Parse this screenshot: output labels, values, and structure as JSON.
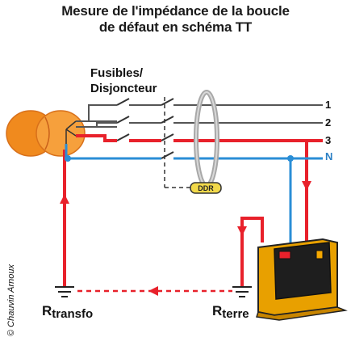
{
  "title": {
    "line1": "Mesure de l'impédance de la boucle",
    "line2": "de défaut en schéma TT"
  },
  "labels": {
    "fusibles_line1": "Fusibles/",
    "fusibles_line2": "Disjoncteur",
    "ddr": "DDR",
    "phase1": "1",
    "phase2": "2",
    "phase3": "3",
    "neutral": "N",
    "r_transfo_main": "R",
    "r_transfo_sub": "transfo",
    "r_terre_main": "R",
    "r_terre_sub": "terre",
    "copyright": "© Chauvin Arnoux"
  },
  "colors": {
    "phase_line": "#555555",
    "loop_red": "#e8212b",
    "neutral_blue": "#2a8ed6",
    "transformer_orange": "#f08a1e",
    "instrument_body": "#f5a800",
    "ddr_badge": "#f2d94a"
  }
}
